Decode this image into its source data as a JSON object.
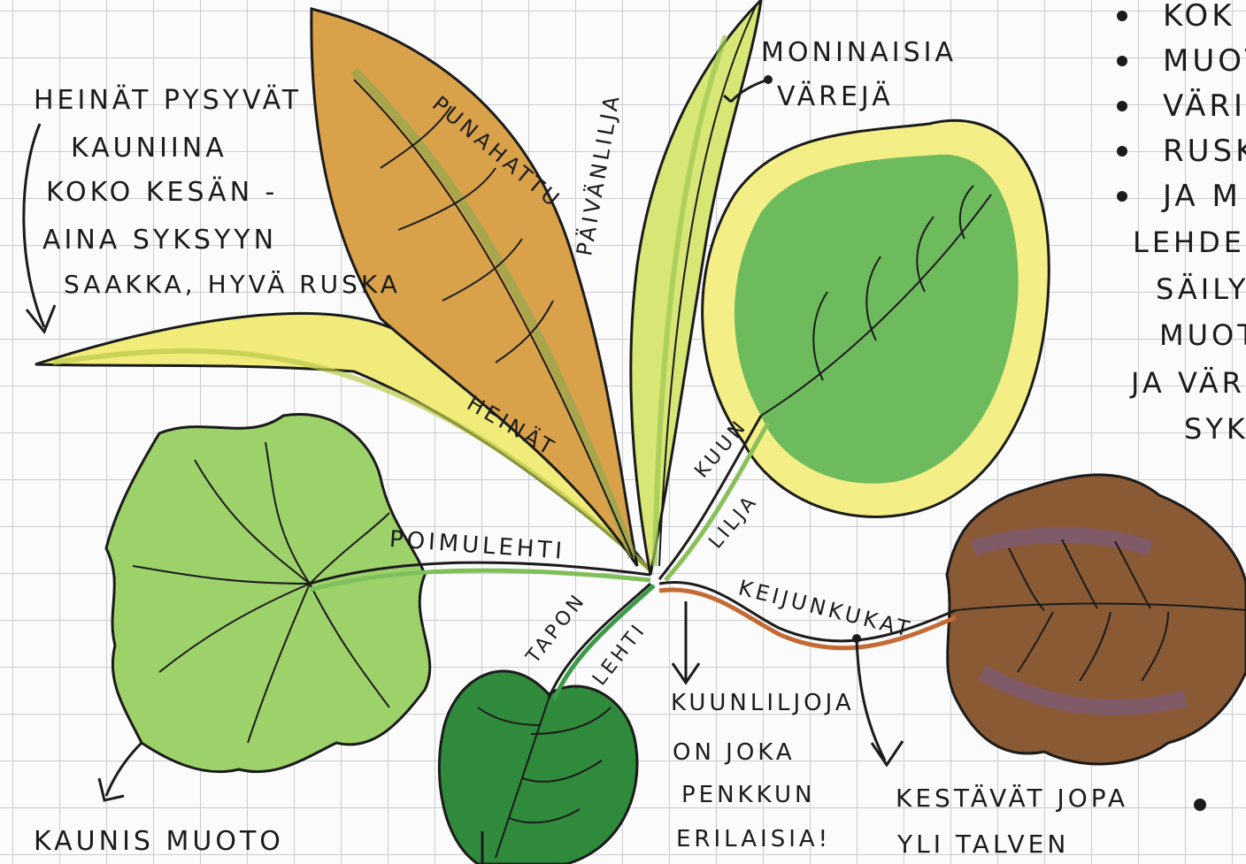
{
  "annotations": {
    "intro": [
      "HEINÄT PYSYVÄT",
      "KAUNIINA",
      "KOKO KESÄN -",
      "AINA SYKSYYN",
      "SAAKKA, HYVÄ RUSKA"
    ],
    "moninaisia": [
      "MONINAISIA",
      "VÄREJÄ"
    ],
    "kuunliljoja": [
      "KUUNLILJOJA",
      "ON JOKA",
      "PENKKUN",
      "ERILAISIA!"
    ],
    "kestavat": [
      "KESTÄVÄT JOPA",
      "YLI TALVEN"
    ],
    "kaunis": "KAUNIS MUOTO"
  },
  "plant_labels": {
    "punahattu": "PUNAHATTU",
    "paivanlilja": "PÄIVÄNLILJA",
    "heinat": "HEINÄT",
    "kuunlilja_1": "KUUN",
    "kuunlilja_2": "LILJA",
    "poimulehti": "POIMULEHTI",
    "taponlehti_1": "TAPON",
    "taponlehti_2": "LEHTI",
    "keijunkukat": "KEIJUNKUKAT"
  },
  "side_list": [
    "KOK",
    "MUOT",
    "VÄRI",
    "RUSK",
    "JA M"
  ],
  "side_text": [
    "LEHDE",
    "SÄILY",
    "MUOT",
    "JA VÄR",
    "SYK"
  ],
  "colors": {
    "ink": "#1b1b1b",
    "grid": "#c9ccd0",
    "leaf_light_green": "#9dd26a",
    "leaf_dark_green": "#2f8a3c",
    "leaf_yellow": "#f1ec7a",
    "punahattu_orange": "#d9a24a",
    "keijunkukat_brown": "#8a5a34",
    "keijunkukat_purple": "#7a5a8a"
  }
}
